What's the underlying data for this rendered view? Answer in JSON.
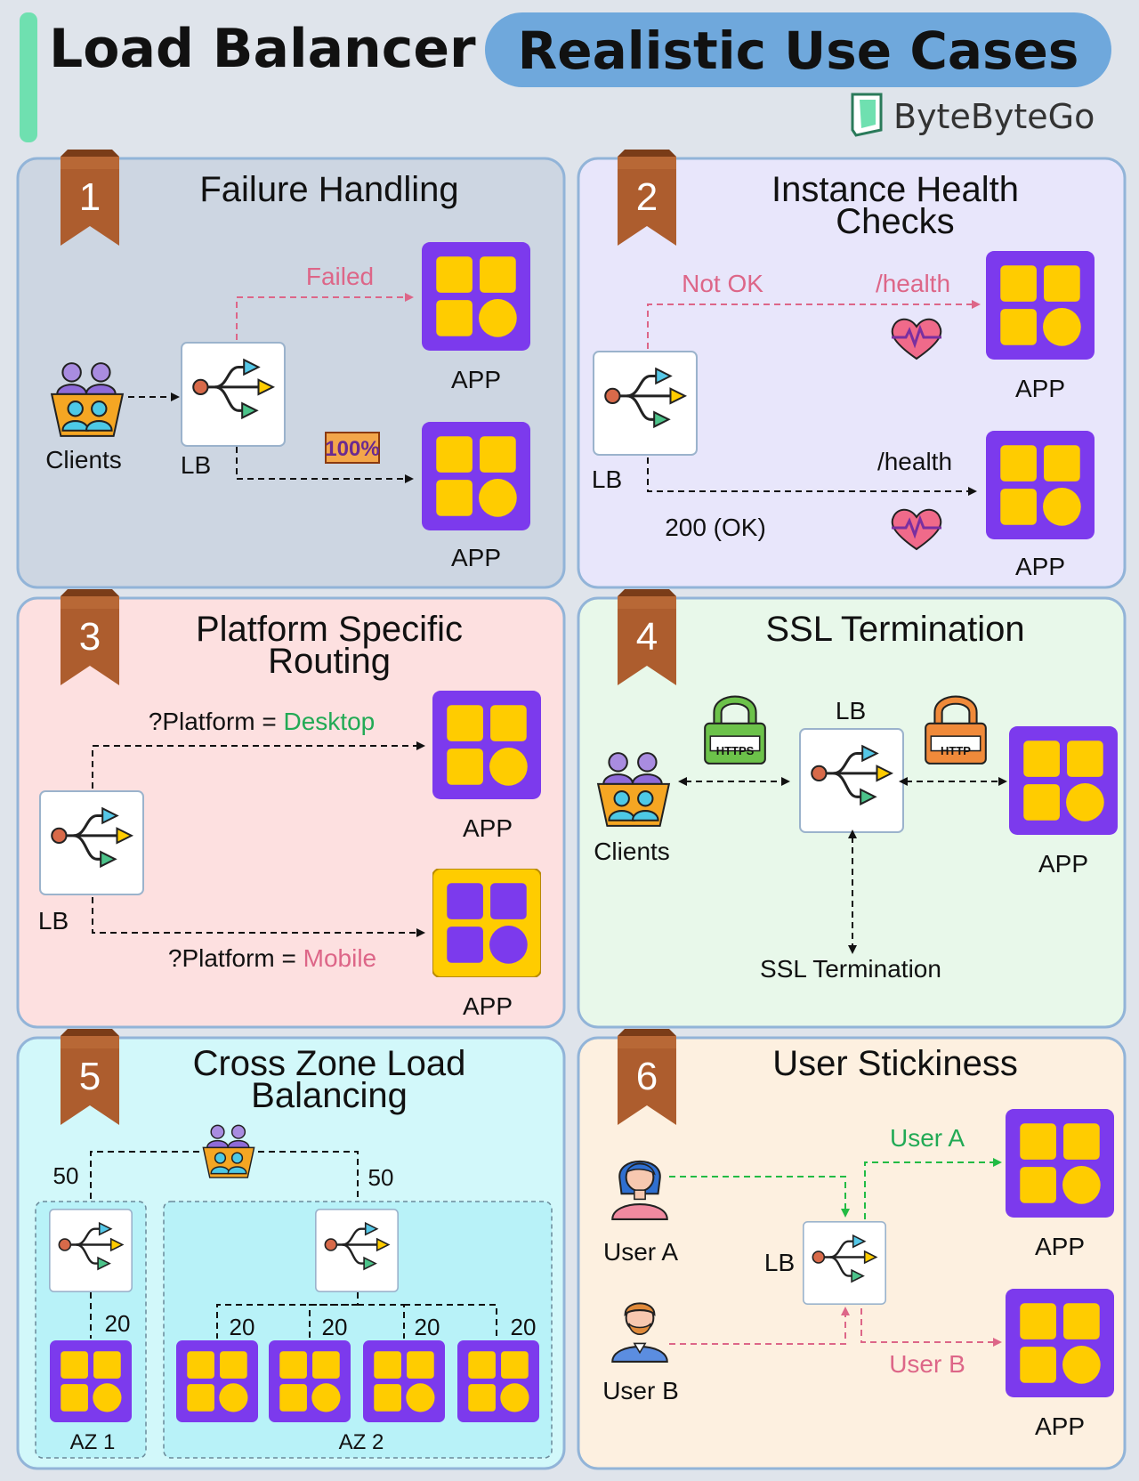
{
  "header": {
    "title_left": "Load Balancer",
    "title_right": "Realistic Use Cases",
    "brand": "ByteByteGo"
  },
  "colors": {
    "app_purple": "#7c3aed",
    "app_yellow": "#ffcc00",
    "fail_pink": "#dd6688",
    "ok_green": "#22aa55",
    "ribbon": "#a8582a"
  },
  "panels": [
    {
      "number": "1",
      "title_lines": [
        "Failure Handling"
      ],
      "labels": {
        "clients": "Clients",
        "lb": "LB",
        "failed": "Failed",
        "percent": "100%",
        "app_top": "APP",
        "app_bottom": "APP"
      }
    },
    {
      "number": "2",
      "title_lines": [
        "Instance Health",
        "Checks"
      ],
      "labels": {
        "lb": "LB",
        "not_ok": "Not OK",
        "health_top": "/health",
        "health_bottom": "/health",
        "ok": "200 (OK)",
        "app_top": "APP",
        "app_bottom": "APP"
      }
    },
    {
      "number": "3",
      "title_lines": [
        "Platform Specific",
        "Routing"
      ],
      "labels": {
        "lb": "LB",
        "desktop_prefix": "?Platform = ",
        "desktop": "Desktop",
        "mobile_prefix": "?Platform = ",
        "mobile": "Mobile",
        "app_top": "APP",
        "app_bottom": "APP"
      }
    },
    {
      "number": "4",
      "title_lines": [
        "SSL Termination"
      ],
      "labels": {
        "clients": "Clients",
        "lb": "LB",
        "https": "HTTPS",
        "http": "HTTP",
        "app": "APP",
        "ssl": "SSL Termination"
      }
    },
    {
      "number": "5",
      "title_lines": [
        "Cross Zone Load",
        "Balancing"
      ],
      "labels": {
        "left_weight": "50",
        "right_weight": "50",
        "az1_weight": "20",
        "az2_weights": [
          "20",
          "20",
          "20",
          "20"
        ],
        "az1": "AZ 1",
        "az2": "AZ 2"
      }
    },
    {
      "number": "6",
      "title_lines": [
        "User Stickiness"
      ],
      "labels": {
        "user_a": "User A",
        "user_b": "User B",
        "lb": "LB",
        "route_a": "User A",
        "route_b": "User B",
        "app_top": "APP",
        "app_bottom": "APP"
      }
    }
  ]
}
